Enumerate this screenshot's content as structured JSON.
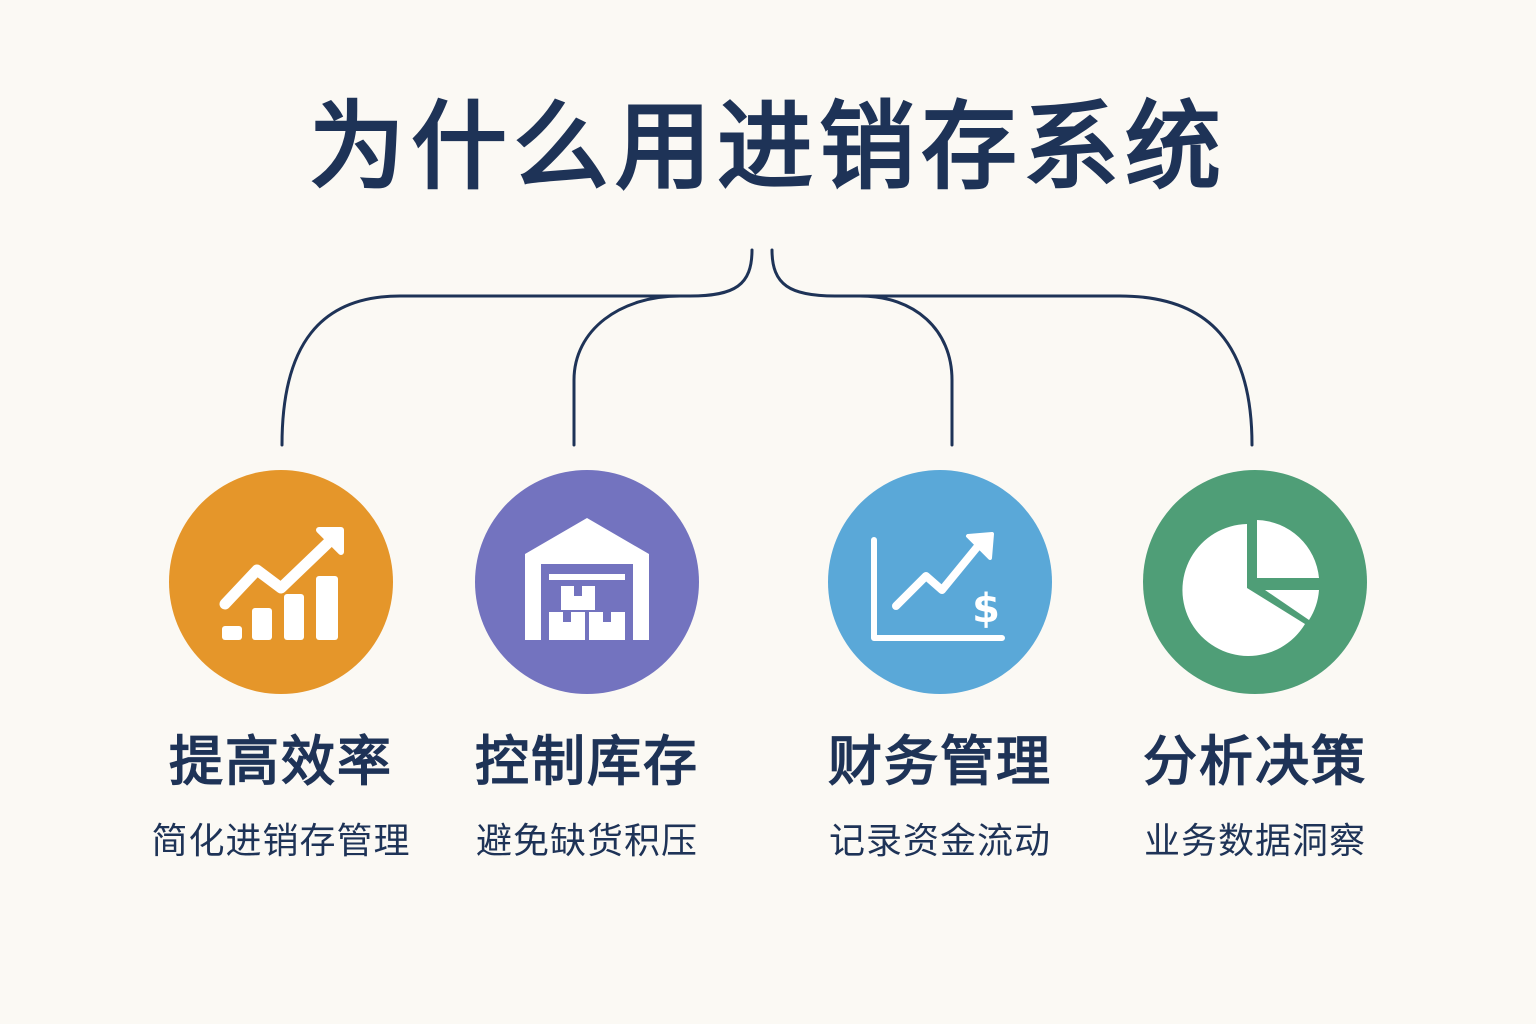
{
  "title": "为什么用进销存系统",
  "colors": {
    "text": "#1e3357",
    "line": "#1e3357",
    "background": "#fbf9f4"
  },
  "items": [
    {
      "title": "提高效率",
      "subtitle": "简化进销存管理",
      "color": "#e5962a",
      "icon": "growth-chart-icon"
    },
    {
      "title": "控制库存",
      "subtitle": "避免缺货积压",
      "color": "#7373bf",
      "icon": "warehouse-icon"
    },
    {
      "title": "财务管理",
      "subtitle": "记录资金流动",
      "color": "#5aa8d8",
      "icon": "finance-chart-icon"
    },
    {
      "title": "分析决策",
      "subtitle": "业务数据洞察",
      "color": "#4f9e77",
      "icon": "pie-chart-icon"
    }
  ]
}
